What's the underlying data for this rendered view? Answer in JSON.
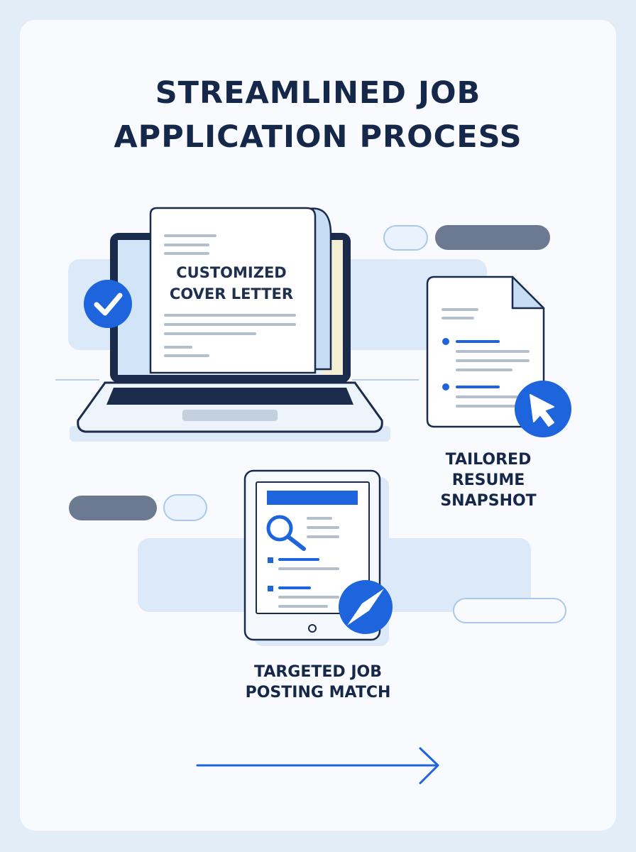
{
  "title_lines": [
    "STREAMLINED JOB",
    "APPLICATION PROCESS"
  ],
  "cover_letter_lines": [
    "CUSTOMIZED",
    "COVER LETTER"
  ],
  "resume_label_lines": [
    "TAILORED",
    "RESUME",
    "SNAPSHOT"
  ],
  "job_label_lines": [
    "TARGETED JOB",
    "POSTING MATCH"
  ],
  "icons": {
    "check": "check-icon",
    "cursor": "cursor-arrow-icon",
    "search": "magnifier-icon",
    "compass": "compass-icon"
  },
  "colors": {
    "background": "#e3edf8",
    "card": "#f8fafd",
    "navy": "#16284a",
    "accent_blue": "#1e64dc",
    "light_blue": "#dce9f9",
    "slate_pill": "#6b7a90"
  }
}
